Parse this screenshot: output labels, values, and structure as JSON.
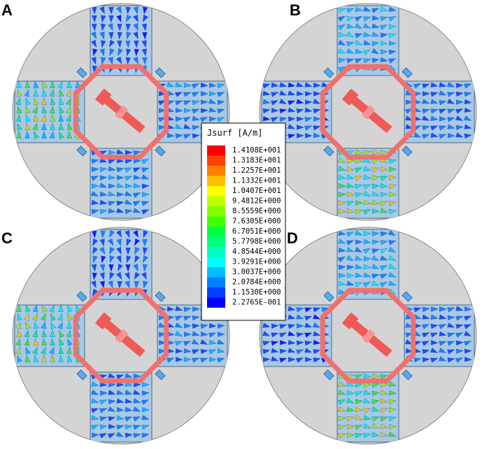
{
  "panels": [
    {
      "label": "A",
      "variant": "left-bottom-active"
    },
    {
      "label": "B",
      "variant": "bottom-active"
    },
    {
      "label": "C",
      "variant": "left-bottom-active"
    },
    {
      "label": "D",
      "variant": "bottom-active"
    }
  ],
  "legend": {
    "title": "Jsurf [A/m]",
    "values": [
      "1.4108E+001",
      "1.3183E+001",
      "1.2257E+001",
      "1.1332E+001",
      "1.0407E+001",
      "9.4812E+000",
      "8.5559E+000",
      "7.6305E+000",
      "6.7051E+000",
      "5.7798E+000",
      "4.8544E+000",
      "3.9291E+000",
      "3.0037E+000",
      "2.0784E+000",
      "1.1530E+000",
      "2.2765E-001"
    ],
    "colors": [
      "#ff0000",
      "#ff4000",
      "#ff8000",
      "#ffbf00",
      "#ffff00",
      "#bfff00",
      "#80ff00",
      "#40ff00",
      "#00ff40",
      "#00ff80",
      "#00ffbf",
      "#00ffff",
      "#00bfff",
      "#0080ff",
      "#0040ff",
      "#0000ff"
    ]
  },
  "colors": {
    "disk": "#d4d4d4",
    "patch": "#a9c8e4",
    "ring": "#f0706e",
    "feed": "#ef5a57"
  }
}
